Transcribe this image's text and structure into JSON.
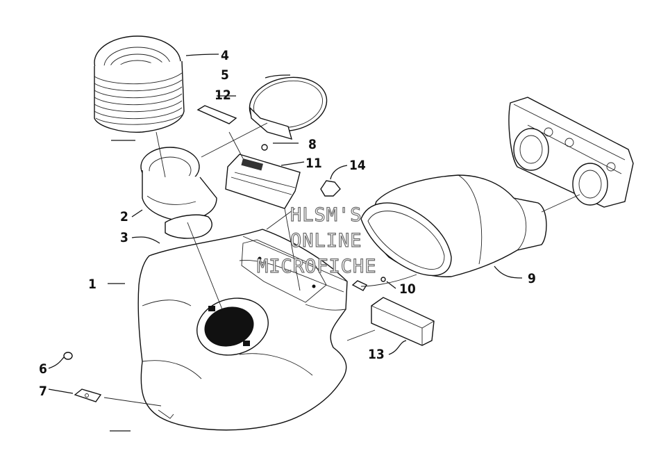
{
  "watermark": [
    "HLSM'S",
    "ONLINE",
    "MICROFICHE"
  ],
  "callouts": [
    {
      "id": "1",
      "label": "1"
    },
    {
      "id": "2",
      "label": "2"
    },
    {
      "id": "3",
      "label": "3"
    },
    {
      "id": "4",
      "label": "4"
    },
    {
      "id": "5",
      "label": "5"
    },
    {
      "id": "6",
      "label": "6"
    },
    {
      "id": "7",
      "label": "7"
    },
    {
      "id": "8",
      "label": "8"
    },
    {
      "id": "9",
      "label": "9"
    },
    {
      "id": "10",
      "label": "10"
    },
    {
      "id": "11",
      "label": "11"
    },
    {
      "id": "12",
      "label": "12"
    },
    {
      "id": "13",
      "label": "13"
    },
    {
      "id": "14",
      "label": "14"
    }
  ]
}
